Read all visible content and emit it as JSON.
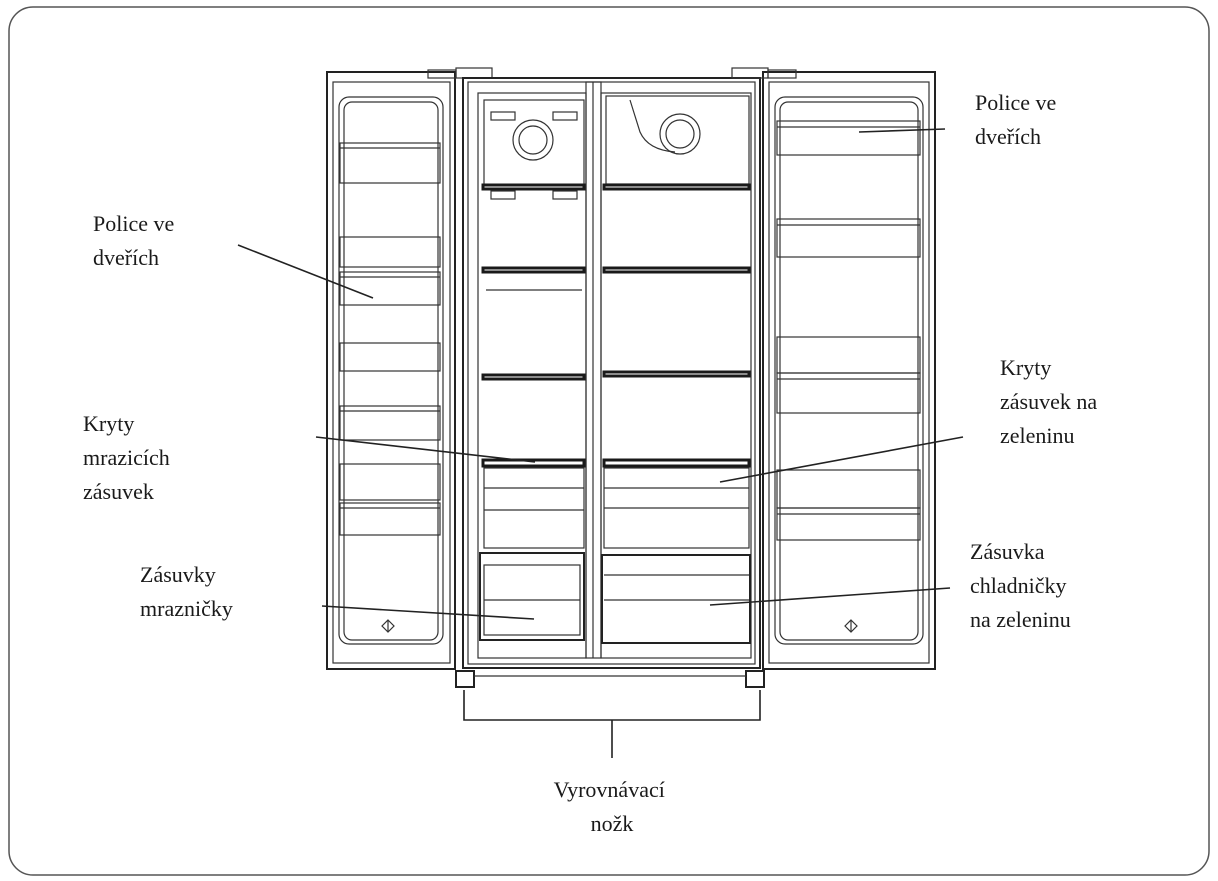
{
  "labels": {
    "door_shelves_left": [
      "Police ve",
      "dveřích"
    ],
    "door_shelves_right": [
      "Police ve",
      "dveřích"
    ],
    "freezer_drawer_covers": [
      "Kryty",
      "mrazicích",
      "zásuvek"
    ],
    "freezer_drawers": [
      "Zásuvky",
      "mrazničky"
    ],
    "crisper_covers": [
      "Kryty",
      "zásuvek na",
      "zeleninu"
    ],
    "fridge_crisper": [
      "Zásuvka",
      "chladničky",
      "na zeleninu"
    ],
    "leveling_feet": [
      "Vyrovnávací",
      "nožk"
    ]
  }
}
